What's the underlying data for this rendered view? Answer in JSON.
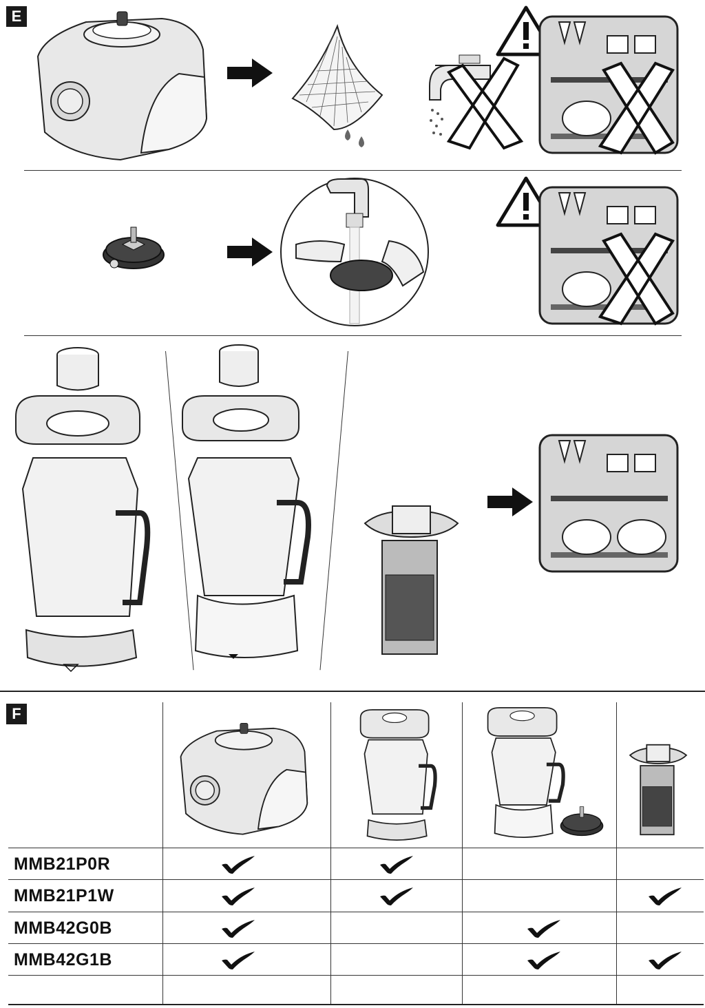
{
  "section_e": {
    "label": "E"
  },
  "section_f": {
    "label": "F"
  },
  "compat_table": {
    "rows": [
      {
        "model": "MMB21P0R",
        "checks": [
          true,
          true,
          false,
          false
        ]
      },
      {
        "model": "MMB21P1W",
        "checks": [
          true,
          true,
          false,
          true
        ]
      },
      {
        "model": "MMB42G0B",
        "checks": [
          true,
          false,
          true,
          false
        ]
      },
      {
        "model": "MMB42G1B",
        "checks": [
          true,
          false,
          true,
          true
        ]
      },
      {
        "model": "",
        "checks": [
          false,
          false,
          false,
          false
        ]
      }
    ]
  },
  "icons": {
    "warning": "warning-triangle-icon",
    "prohibited": "cross-icon",
    "check": "checkmark-icon",
    "arrow": "arrow-right-icon"
  }
}
